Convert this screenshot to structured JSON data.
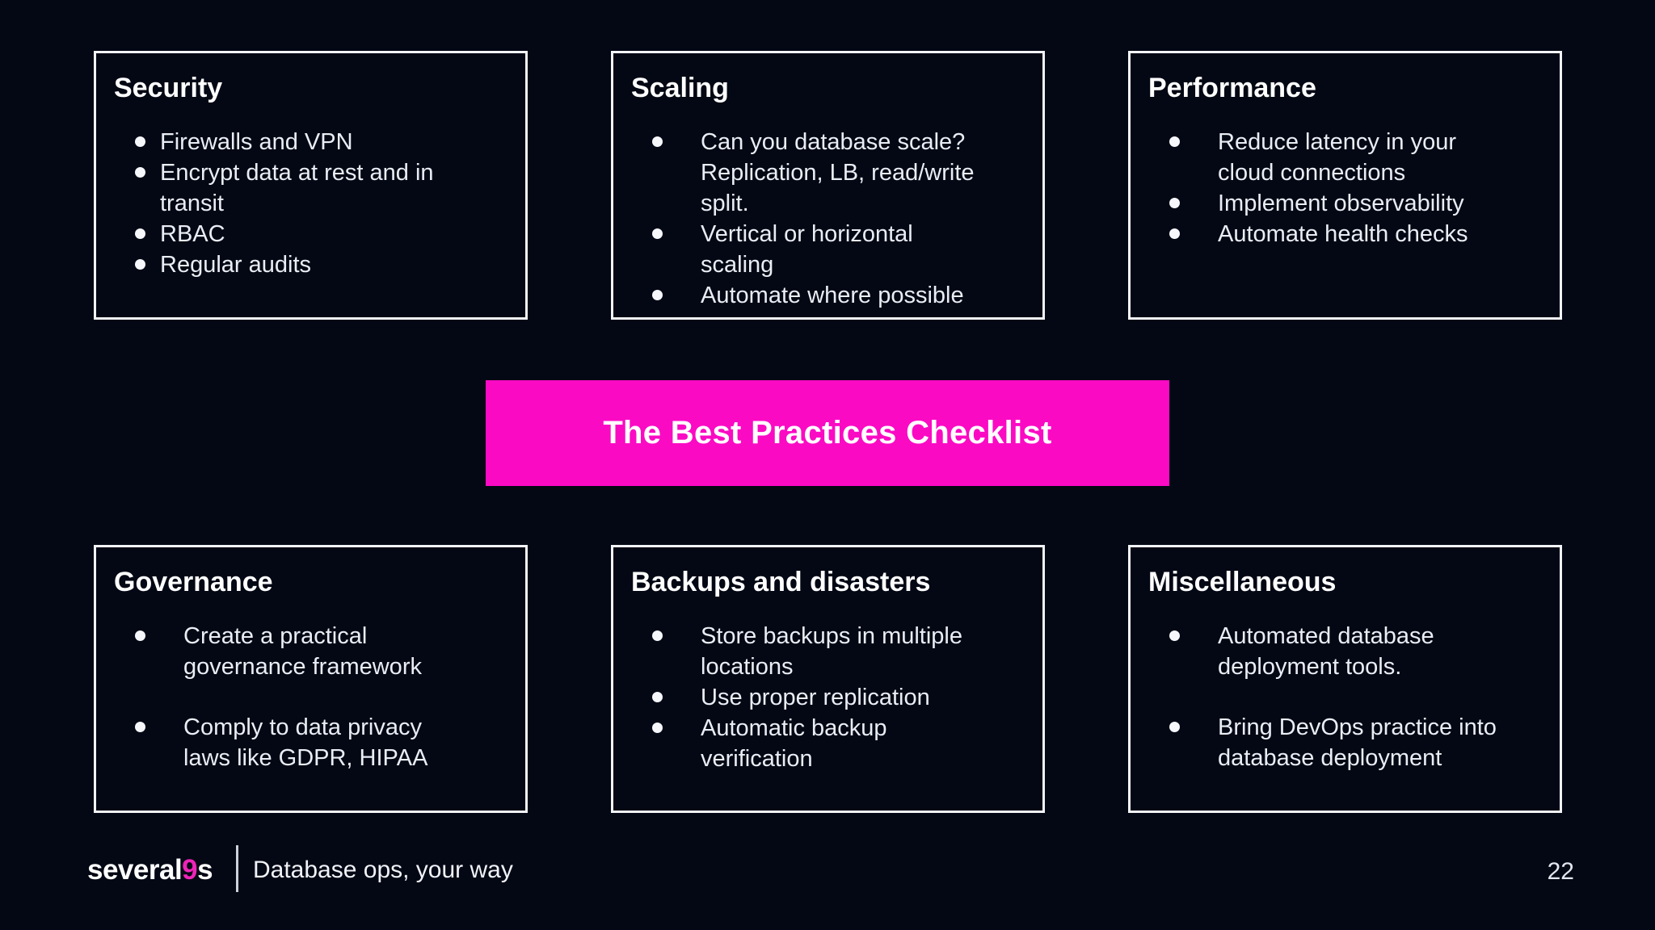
{
  "banner": {
    "label": "The Best Practices Checklist"
  },
  "cards": [
    {
      "id": "security",
      "title": "Security",
      "indent": "tight",
      "spaced": false,
      "items": [
        [
          "Firewalls and VPN"
        ],
        [
          "Encrypt data at rest and in",
          "transit"
        ],
        [
          "RBAC"
        ],
        [
          "Regular audits"
        ]
      ]
    },
    {
      "id": "scaling",
      "title": "Scaling",
      "indent": "wide",
      "spaced": false,
      "items": [
        [
          "Can you database scale?",
          "Replication, LB, read/write",
          "split."
        ],
        [
          "Vertical or horizontal",
          "scaling"
        ],
        [
          "Automate where possible"
        ]
      ]
    },
    {
      "id": "performance",
      "title": "Performance",
      "indent": "wide",
      "spaced": false,
      "items": [
        [
          "Reduce latency in your",
          "cloud connections"
        ],
        [
          "Implement observability"
        ],
        [
          "Automate health checks"
        ]
      ]
    },
    {
      "id": "governance",
      "title": "Governance",
      "indent": "wide",
      "spaced": true,
      "items": [
        [
          "Create a practical",
          "governance framework"
        ],
        [
          "Comply to data privacy",
          "laws like GDPR, HIPAA"
        ]
      ]
    },
    {
      "id": "backups",
      "title": "Backups and disasters",
      "indent": "wide",
      "spaced": false,
      "items": [
        [
          "Store backups in multiple",
          "locations"
        ],
        [
          "Use proper replication"
        ],
        [
          "Automatic backup",
          "verification"
        ]
      ]
    },
    {
      "id": "miscellaneous",
      "title": "Miscellaneous",
      "indent": "wide",
      "spaced": true,
      "items": [
        [
          "Automated database",
          "deployment tools."
        ],
        [
          "Bring DevOps practice into",
          "database deployment"
        ]
      ]
    }
  ],
  "footer": {
    "logo_prefix": "several",
    "logo_nine": "9",
    "logo_suffix": "s",
    "tagline": "Database ops, your way",
    "page_number": "22"
  },
  "colors": {
    "background": "#040814",
    "accent_pink": "#fb0ac4",
    "logo_pink": "#ee24b8",
    "body_text": "#e9edf4",
    "card_border": "#f2f4f8"
  }
}
